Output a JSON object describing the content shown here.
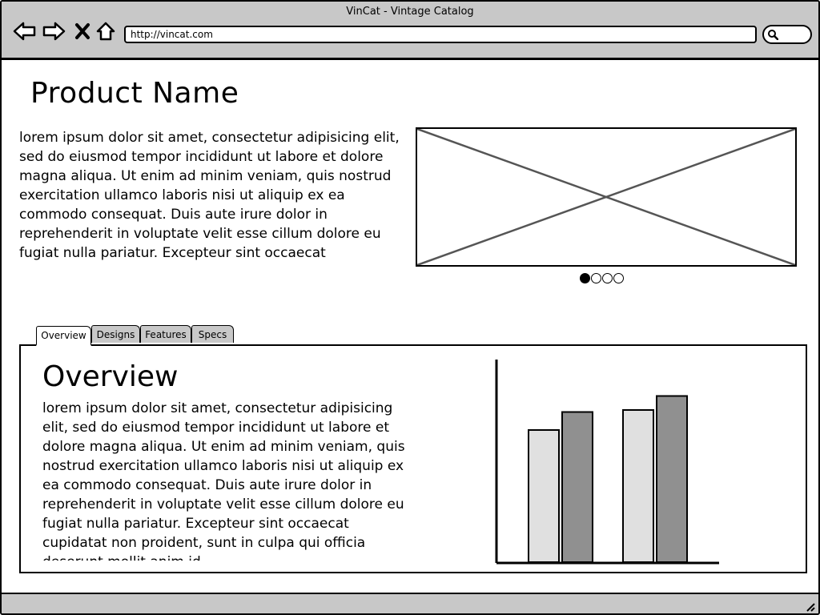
{
  "window": {
    "title": "VinCat - Vintage Catalog"
  },
  "browser": {
    "url": "http://vincat.com",
    "nav_icons": [
      "back-arrow-icon",
      "forward-arrow-icon",
      "stop-x-icon",
      "home-icon"
    ],
    "search_icon": "magnifier-icon"
  },
  "product": {
    "name": "Product Name",
    "description": "lorem ipsum dolor sit amet, consectetur adipisicing elit, sed do eiusmod tempor incididunt ut labore et dolore magna aliqua. Ut enim ad minim veniam, quis nostrud exercitation ullamco laboris nisi ut aliquip ex ea commodo consequat. Duis aute irure dolor in reprehenderit in voluptate velit esse cillum dolore eu fugiat nulla pariatur. Excepteur sint occaecat"
  },
  "carousel": {
    "total": 4,
    "active_index": 0
  },
  "tabs": [
    {
      "label": "Overview",
      "active": true
    },
    {
      "label": "Designs",
      "active": false
    },
    {
      "label": "Features",
      "active": false
    },
    {
      "label": "Specs",
      "active": false
    }
  ],
  "overview": {
    "heading": "Overview",
    "body": "lorem ipsum dolor sit amet, consectetur adipisicing elit, sed do eiusmod tempor incididunt ut labore et dolore magna aliqua. Ut enim ad minim veniam, quis nostrud exercitation ullamco laboris nisi ut aliquip ex ea commodo consequat. Duis aute irure dolor in reprehenderit in voluptate velit esse cillum dolore eu fugiat nulla pariatur. Excepteur sint occaecat cupidatat non proident, sunt in culpa qui officia deserunt mollit anim id"
  },
  "chart_data": {
    "type": "bar",
    "categories": [
      "",
      ""
    ],
    "series": [
      {
        "values": [
          66,
          76
        ],
        "color": "#e0e0e0"
      },
      {
        "values": [
          75,
          83
        ],
        "color": "#909090"
      }
    ],
    "ylim": [
      0,
      100
    ],
    "grid": false
  }
}
